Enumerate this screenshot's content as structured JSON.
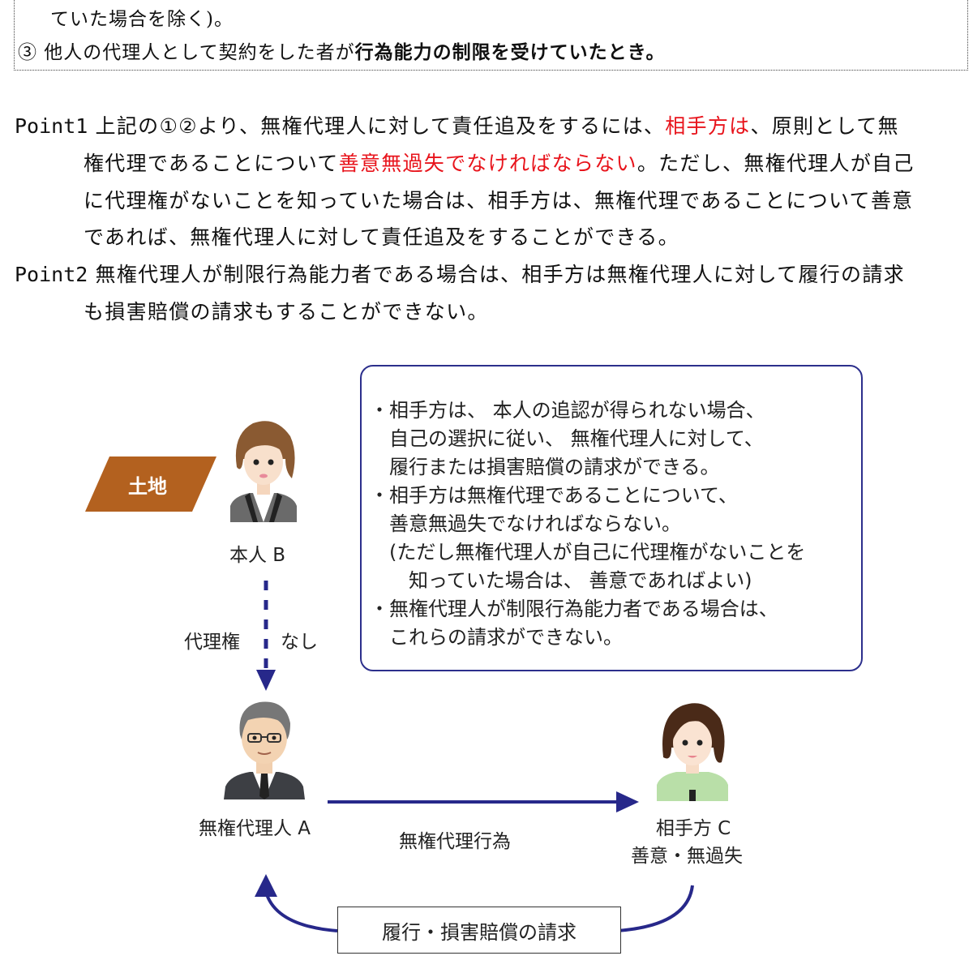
{
  "top_box": {
    "line1": "ていた場合を除く)。",
    "line2_prefix": "③ 他人の代理人として契約をした者が",
    "line2_bold": "行為能力の制限を受けていたとき。"
  },
  "points": [
    {
      "label": "Point1",
      "lines": [
        {
          "segments": [
            {
              "text": " 上記の①②より、無権代理人に対して責任追及をするには、",
              "color": "black"
            },
            {
              "text": "相手方は",
              "color": "red"
            },
            {
              "text": "、原則として無",
              "color": "black"
            }
          ]
        },
        {
          "segments": [
            {
              "text": "権代理であることについて",
              "color": "black"
            },
            {
              "text": "善意無過失でなければならない",
              "color": "red"
            },
            {
              "text": "。ただし、無権代理人が自己",
              "color": "black"
            }
          ]
        },
        {
          "segments": [
            {
              "text": "に代理権がないことを知っていた場合は、相手方は、無権代理であることについて善意",
              "color": "black"
            }
          ]
        },
        {
          "segments": [
            {
              "text": "であれば、無権代理人に対して責任追及をすることができる。",
              "color": "black"
            }
          ]
        }
      ]
    },
    {
      "label": "Point2",
      "lines": [
        {
          "segments": [
            {
              "text": " 無権代理人が制限行為能力者である場合は、相手方は無権代理人に対して履行の請求",
              "color": "black"
            }
          ]
        },
        {
          "segments": [
            {
              "text": "も損害賠償の請求もすることができない。",
              "color": "black"
            }
          ]
        }
      ]
    }
  ],
  "diagram": {
    "land_label": "土地",
    "principal_label": "本人 B",
    "authority_left": "代理権",
    "authority_right": "なし",
    "agent_label": "無権代理人 A",
    "act_label": "無権代理行為",
    "counterparty_label1": "相手方 C",
    "counterparty_label2": "善意・無過失",
    "claim_label": "履行・損害賠償の請求",
    "callout_lines": [
      "・相手方は、 本人の追認が得られない場合、",
      "　自己の選択に従い、 無権代理人に対して、",
      "　履行または損害賠償の請求ができる。",
      "・相手方は無権代理であることについて、",
      "　善意無過失でなければならない。",
      "　(ただし無権代理人が自己に代理権がないことを",
      "　　知っていた場合は、 善意であればよい)",
      "・無権代理人が制限行為能力者である場合は、",
      "　これらの請求ができない。"
    ],
    "colors": {
      "arrow": "#27288a",
      "land": "#b3611f",
      "callout_border": "#2c2f8c",
      "highlight": "#e8141c"
    }
  }
}
